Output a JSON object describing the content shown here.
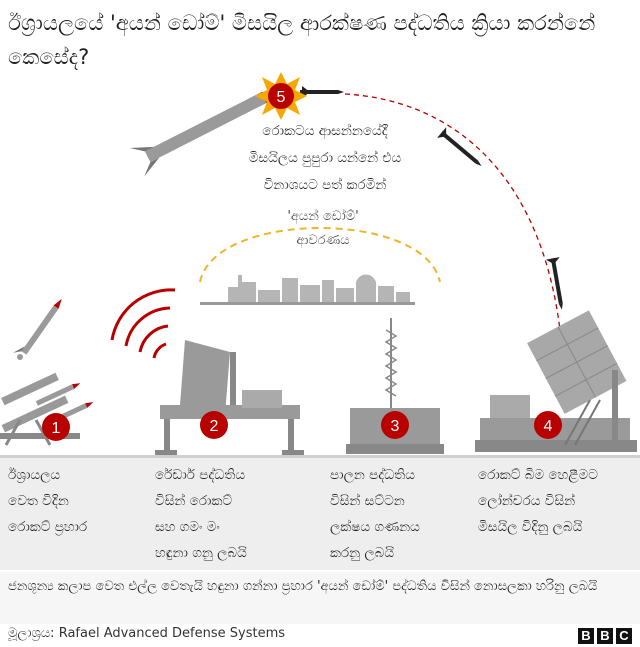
{
  "title": "ඊශ්‍රායලයේ 'අයන් ඩෝම්' මිසයිල ආරක්ෂණ පද්ධතිය ක්‍රියා කරන්නේ කෙසේද?",
  "steps": [
    {
      "number": "1",
      "text": "ඊශ්‍රායලය\nවෙත විදින\nරොකට් ප්‍රහාර"
    },
    {
      "number": "2",
      "text": "රේඩාර් පද්ධතිය\nවිසින් රොකට්\nසහ ගමං මං\nහඳුනා ගනු ලබයි"
    },
    {
      "number": "3",
      "text": "පාලන පද්ධතිය\nවිසින් සට්ටන\nලක්ෂය ගණනය\nකරනු ලබයි"
    },
    {
      "number": "4",
      "text": "රොකට් බිම හෙළීමට\nලෝන්චරය විසින්\nමිසයිල විදිනු ලබයි"
    },
    {
      "number": "5",
      "text": "රොකටය ආසන්නයේදී\nමිසයිලය පුපුරා යන්නේ එය\nවිනාශයට පත් කරමින්"
    }
  ],
  "dome_label": "'අයන් ඩෝම්'\nආවරණය",
  "footnote": "ජනශූන්‍ය කලාප වෙත එල්ල වෙතැයි හඳුනා ගන්නා ප්‍රහාර 'අයන් ඩෝම්' පද්ධතිය විසින් නොසලකා හරිනු ලබයි",
  "source": "මූලාශ්‍රය: Rafael Advanced Defense Systems",
  "brand": [
    "B",
    "B",
    "C"
  ],
  "colors": {
    "badge": "#b80000",
    "explosion": "#f5a800",
    "dome": "#f0b429",
    "trajectory": "#b80000",
    "equipment": "#8a8a8a"
  }
}
